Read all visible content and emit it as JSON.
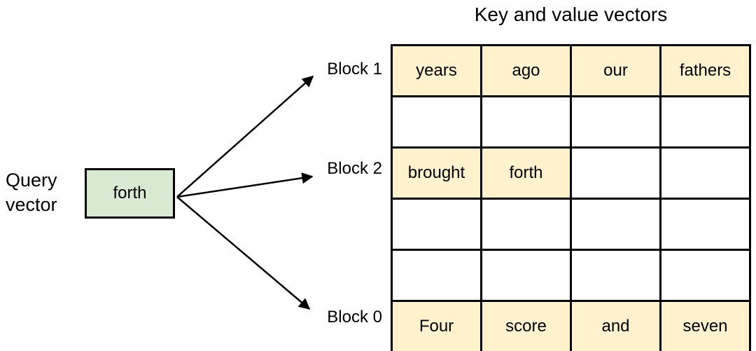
{
  "title": "Key and value vectors",
  "query": {
    "label": "Query\nvector",
    "box_text": "forth"
  },
  "blocks": [
    {
      "label": "Block 1",
      "row_index": 0
    },
    {
      "label": "Block 2",
      "row_index": 2
    },
    {
      "label": "Block 0",
      "row_index": 5
    }
  ],
  "table": {
    "columns": 4,
    "rows": [
      {
        "cells": [
          "years",
          "ago",
          "our",
          "fathers"
        ],
        "filled": [
          true,
          true,
          true,
          true
        ]
      },
      {
        "cells": [
          "",
          "",
          "",
          ""
        ],
        "filled": [
          false,
          false,
          false,
          false
        ]
      },
      {
        "cells": [
          "brought",
          "forth",
          "",
          ""
        ],
        "filled": [
          true,
          true,
          false,
          false
        ]
      },
      {
        "cells": [
          "",
          "",
          "",
          ""
        ],
        "filled": [
          false,
          false,
          false,
          false
        ]
      },
      {
        "cells": [
          "",
          "",
          "",
          ""
        ],
        "filled": [
          false,
          false,
          false,
          false
        ]
      },
      {
        "cells": [
          "Four",
          "score",
          "and",
          "seven"
        ],
        "filled": [
          true,
          true,
          true,
          true
        ]
      }
    ]
  },
  "colors": {
    "highlight": "#fff2cc",
    "querybg": "#d9ead3",
    "border": "#000000"
  }
}
